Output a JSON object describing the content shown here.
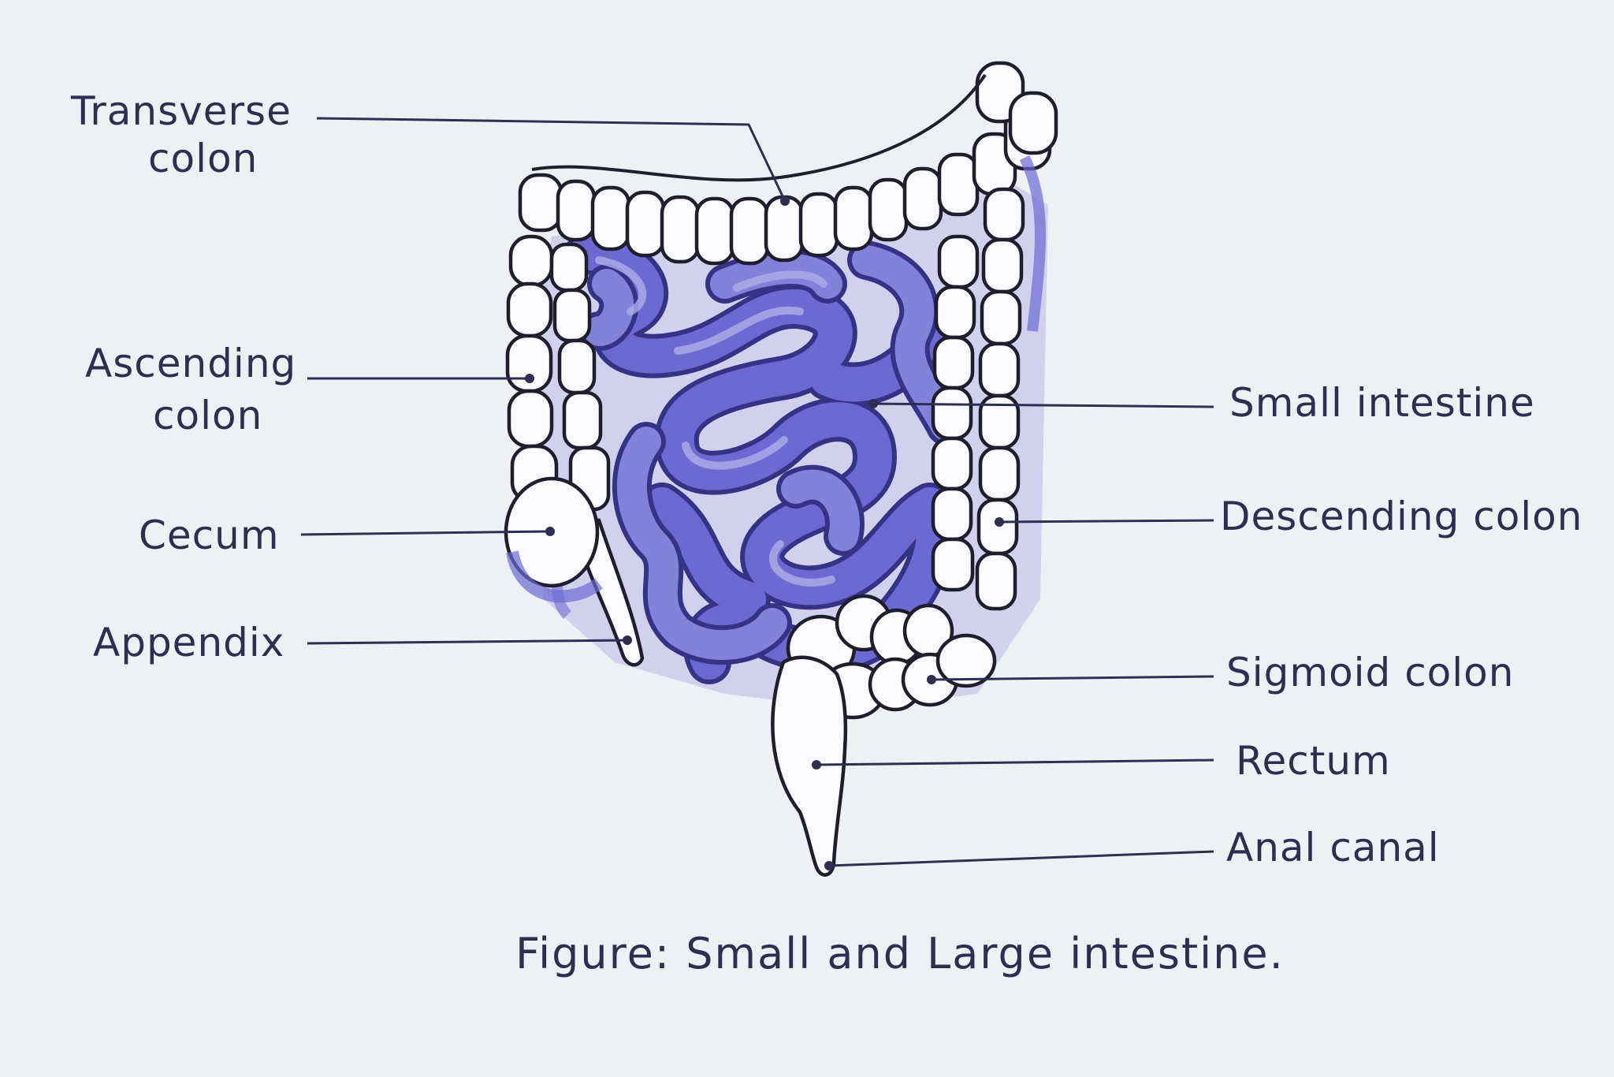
{
  "labels": {
    "transverse_colon": [
      "Transverse",
      "colon"
    ],
    "ascending_colon": [
      "Ascending",
      "colon"
    ],
    "cecum": "Cecum",
    "appendix": "Appendix",
    "small_intestine": "Small intestine",
    "descending_colon": "Descending colon",
    "sigmoid_colon": "Sigmoid colon",
    "rectum": "Rectum",
    "anal_canal": "Anal canal"
  },
  "caption": "Figure: Small and Large intestine.",
  "colors": {
    "ink": "#2e2e52",
    "outline": "#1e1e2e",
    "small_intestine_fill": "#6c6ad2",
    "small_intestine_edge": "#343386",
    "small_intestine_light": "#aeaee8",
    "colon_fill": "#fbfbfd",
    "paper": "#eef0f3"
  }
}
